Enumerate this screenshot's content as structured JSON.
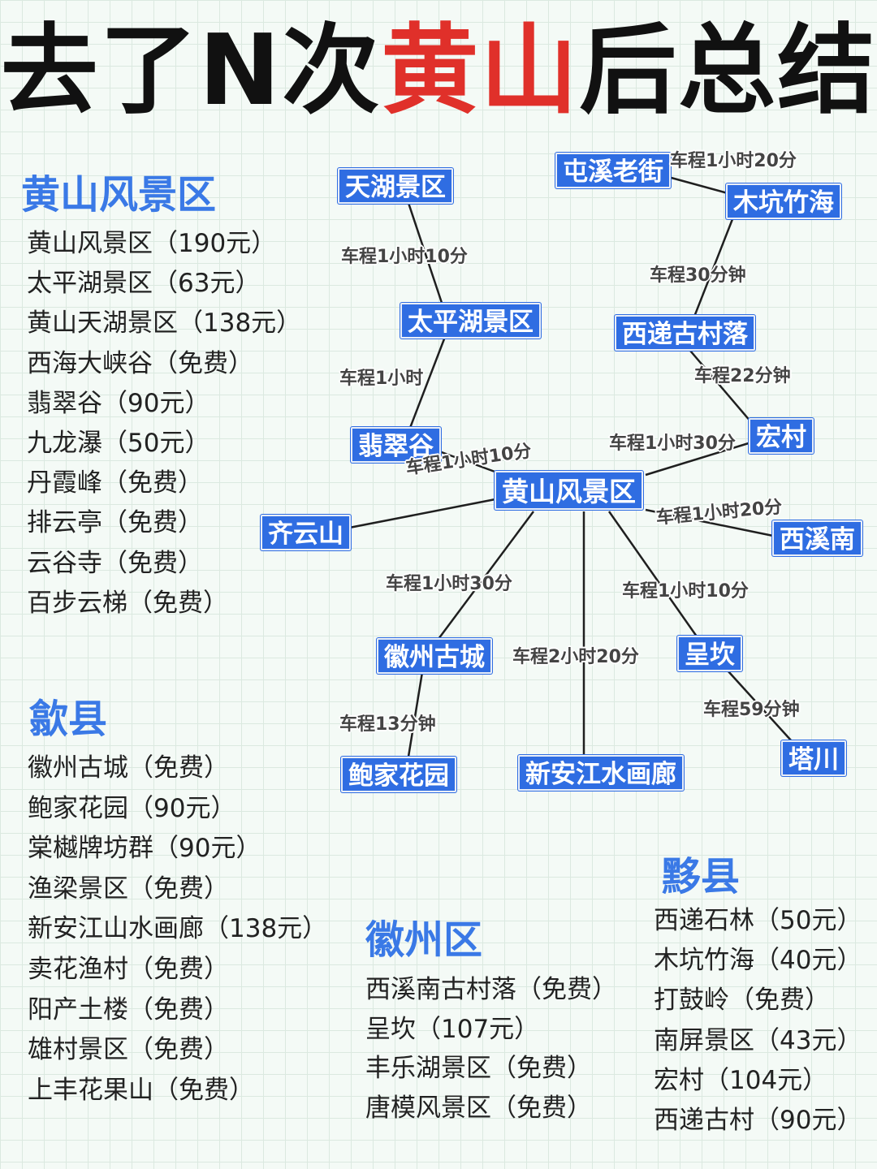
{
  "title": {
    "part1": "去了N次",
    "highlight": "黄山",
    "part2": "后总结"
  },
  "colors": {
    "node_bg": "#2f6de2",
    "section_heading": "#3a79e6",
    "title_highlight": "#e0302a"
  },
  "sections": {
    "huangshan": {
      "heading": "黄山风景区",
      "items": [
        "黄山风景区（190元）",
        "太平湖景区（63元）",
        "黄山天湖景区（138元）",
        "西海大峡谷（免费）",
        "翡翠谷（90元）",
        "九龙瀑（50元）",
        "丹霞峰（免费）",
        "排云亭（免费）",
        "云谷寺（免费）",
        "百步云梯（免费）"
      ]
    },
    "shexian": {
      "heading": "歙县",
      "items": [
        "徽州古城（免费）",
        "鲍家花园（90元）",
        "棠樾牌坊群（90元）",
        "渔梁景区（免费）",
        "新安江山水画廊（138元）",
        "卖花渔村（免费）",
        "阳产土楼（免费）",
        "雄村景区（免费）",
        "上丰花果山（免费）"
      ]
    },
    "huizhou": {
      "heading": "徽州区",
      "items": [
        "西溪南古村落（免费）",
        "呈坎（107元）",
        "丰乐湖景区（免费）",
        "唐模风景区（免费）"
      ]
    },
    "yixian": {
      "heading": "黟县",
      "items": [
        "西递石林（50元）",
        "木坑竹海（40元）",
        "打鼓岭（免费）",
        "南屏景区（43元）",
        "宏村（104元）",
        "西递古村（90元）"
      ]
    }
  },
  "map": {
    "nodes": {
      "tianhu": "天湖景区",
      "taipinghu": "太平湖景区",
      "feicuigu": "翡翠谷",
      "qiyunshan": "齐云山",
      "huangshan": "黄山风景区",
      "tunxi": "屯溪老街",
      "mukeng": "木坑竹海",
      "xidi": "西递古村落",
      "hongcun": "宏村",
      "xixinan": "西溪南",
      "huizhougucheng": "徽州古城",
      "baojia": "鲍家花园",
      "xinanjiang": "新安江水画廊",
      "chengkan": "呈坎",
      "tachuan": "塔川"
    },
    "routes": {
      "tianhu_taipinghu": "车程1小时10分",
      "taipinghu_feicuigu": "车程1小时",
      "feicuigu_huangshan": "车程1小时10分",
      "tunxi_mukeng": "车程1小时20分",
      "mukeng_xidi": "车程30分钟",
      "xidi_hongcun": "车程22分钟",
      "hongcun_huangshan": "车程1小时30分",
      "huangshan_xixinan": "车程1小时20分",
      "huangshan_huizhou": "车程1小时30分",
      "huangshan_xinanjiang": "车程2小时20分",
      "huangshan_chengkan": "车程1小时10分",
      "huizhou_baojia": "车程13分钟",
      "chengkan_tachuan": "车程59分钟"
    }
  }
}
